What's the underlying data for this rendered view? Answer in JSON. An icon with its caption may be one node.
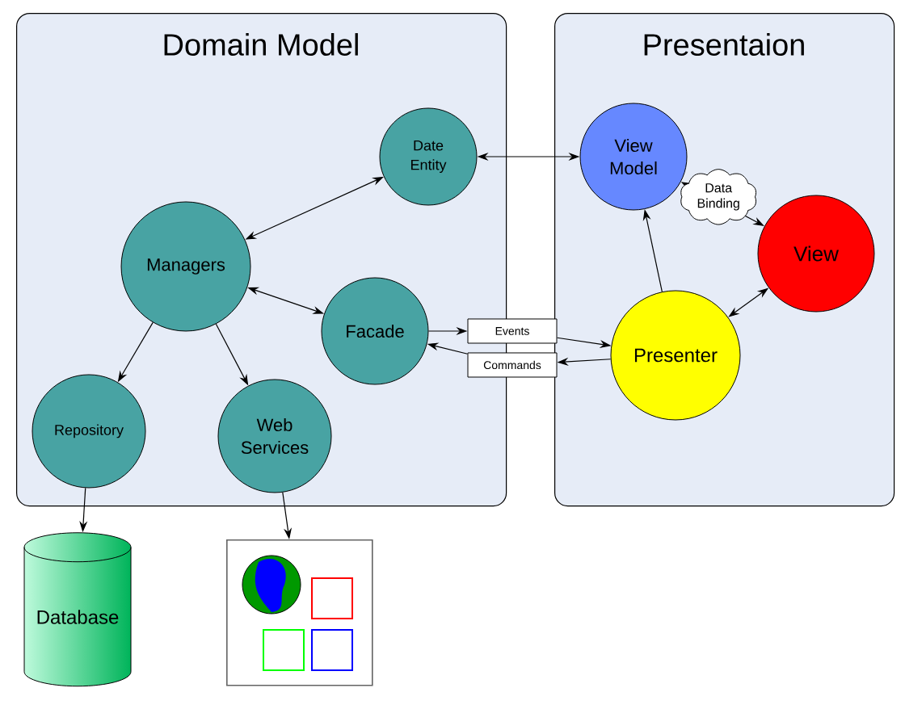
{
  "diagram": {
    "nodes": [
      {
        "text": [
          "Domain Model"
        ]
      },
      {
        "text": [
          "Presentaion"
        ]
      },
      {
        "text": [
          "Date Entity"
        ],
        "in": 0
      },
      {
        "text": [
          "Managers"
        ],
        "in": 0
      },
      {
        "text": [
          "Facade"
        ],
        "in": 0
      },
      {
        "text": [
          "Repository"
        ],
        "in": 0
      },
      {
        "text": [
          "Web Services"
        ],
        "in": 0
      },
      {
        "text": [
          "View Model"
        ],
        "in": 1
      },
      {
        "text": [
          "View"
        ],
        "in": 1
      },
      {
        "text": [
          "Presenter"
        ],
        "in": 1
      },
      {
        "text": [
          "Events"
        ]
      },
      {
        "text": [
          "Commands"
        ]
      },
      {
        "text": [
          "Database"
        ]
      },
      {
        "text": [],
        "shape": "picture"
      }
    ],
    "edges": [
      {
        "from": 3,
        "to": 2,
        "arrow": "both"
      },
      {
        "from": 3,
        "to": 4,
        "arrow": "both"
      },
      {
        "from": 3,
        "to": 5,
        "arrow": "to"
      },
      {
        "from": 3,
        "to": 6,
        "arrow": "to"
      },
      {
        "from": 2,
        "to": 7,
        "arrow": "both"
      },
      {
        "from": 7,
        "to": 8,
        "arrow": "both",
        "label": "Data Binding"
      },
      {
        "from": 9,
        "to": 7,
        "arrow": "to"
      },
      {
        "from": 9,
        "to": 8,
        "arrow": "both"
      },
      {
        "from": 4,
        "to": 10,
        "arrow": "to"
      },
      {
        "from": 10,
        "to": 9,
        "arrow": "to"
      },
      {
        "from": 9,
        "to": 11,
        "arrow": "to"
      },
      {
        "from": 11,
        "to": 4,
        "arrow": "to"
      },
      {
        "from": 5,
        "to": 12,
        "arrow": "to"
      },
      {
        "from": 6,
        "to": 13,
        "arrow": "to"
      }
    ]
  }
}
